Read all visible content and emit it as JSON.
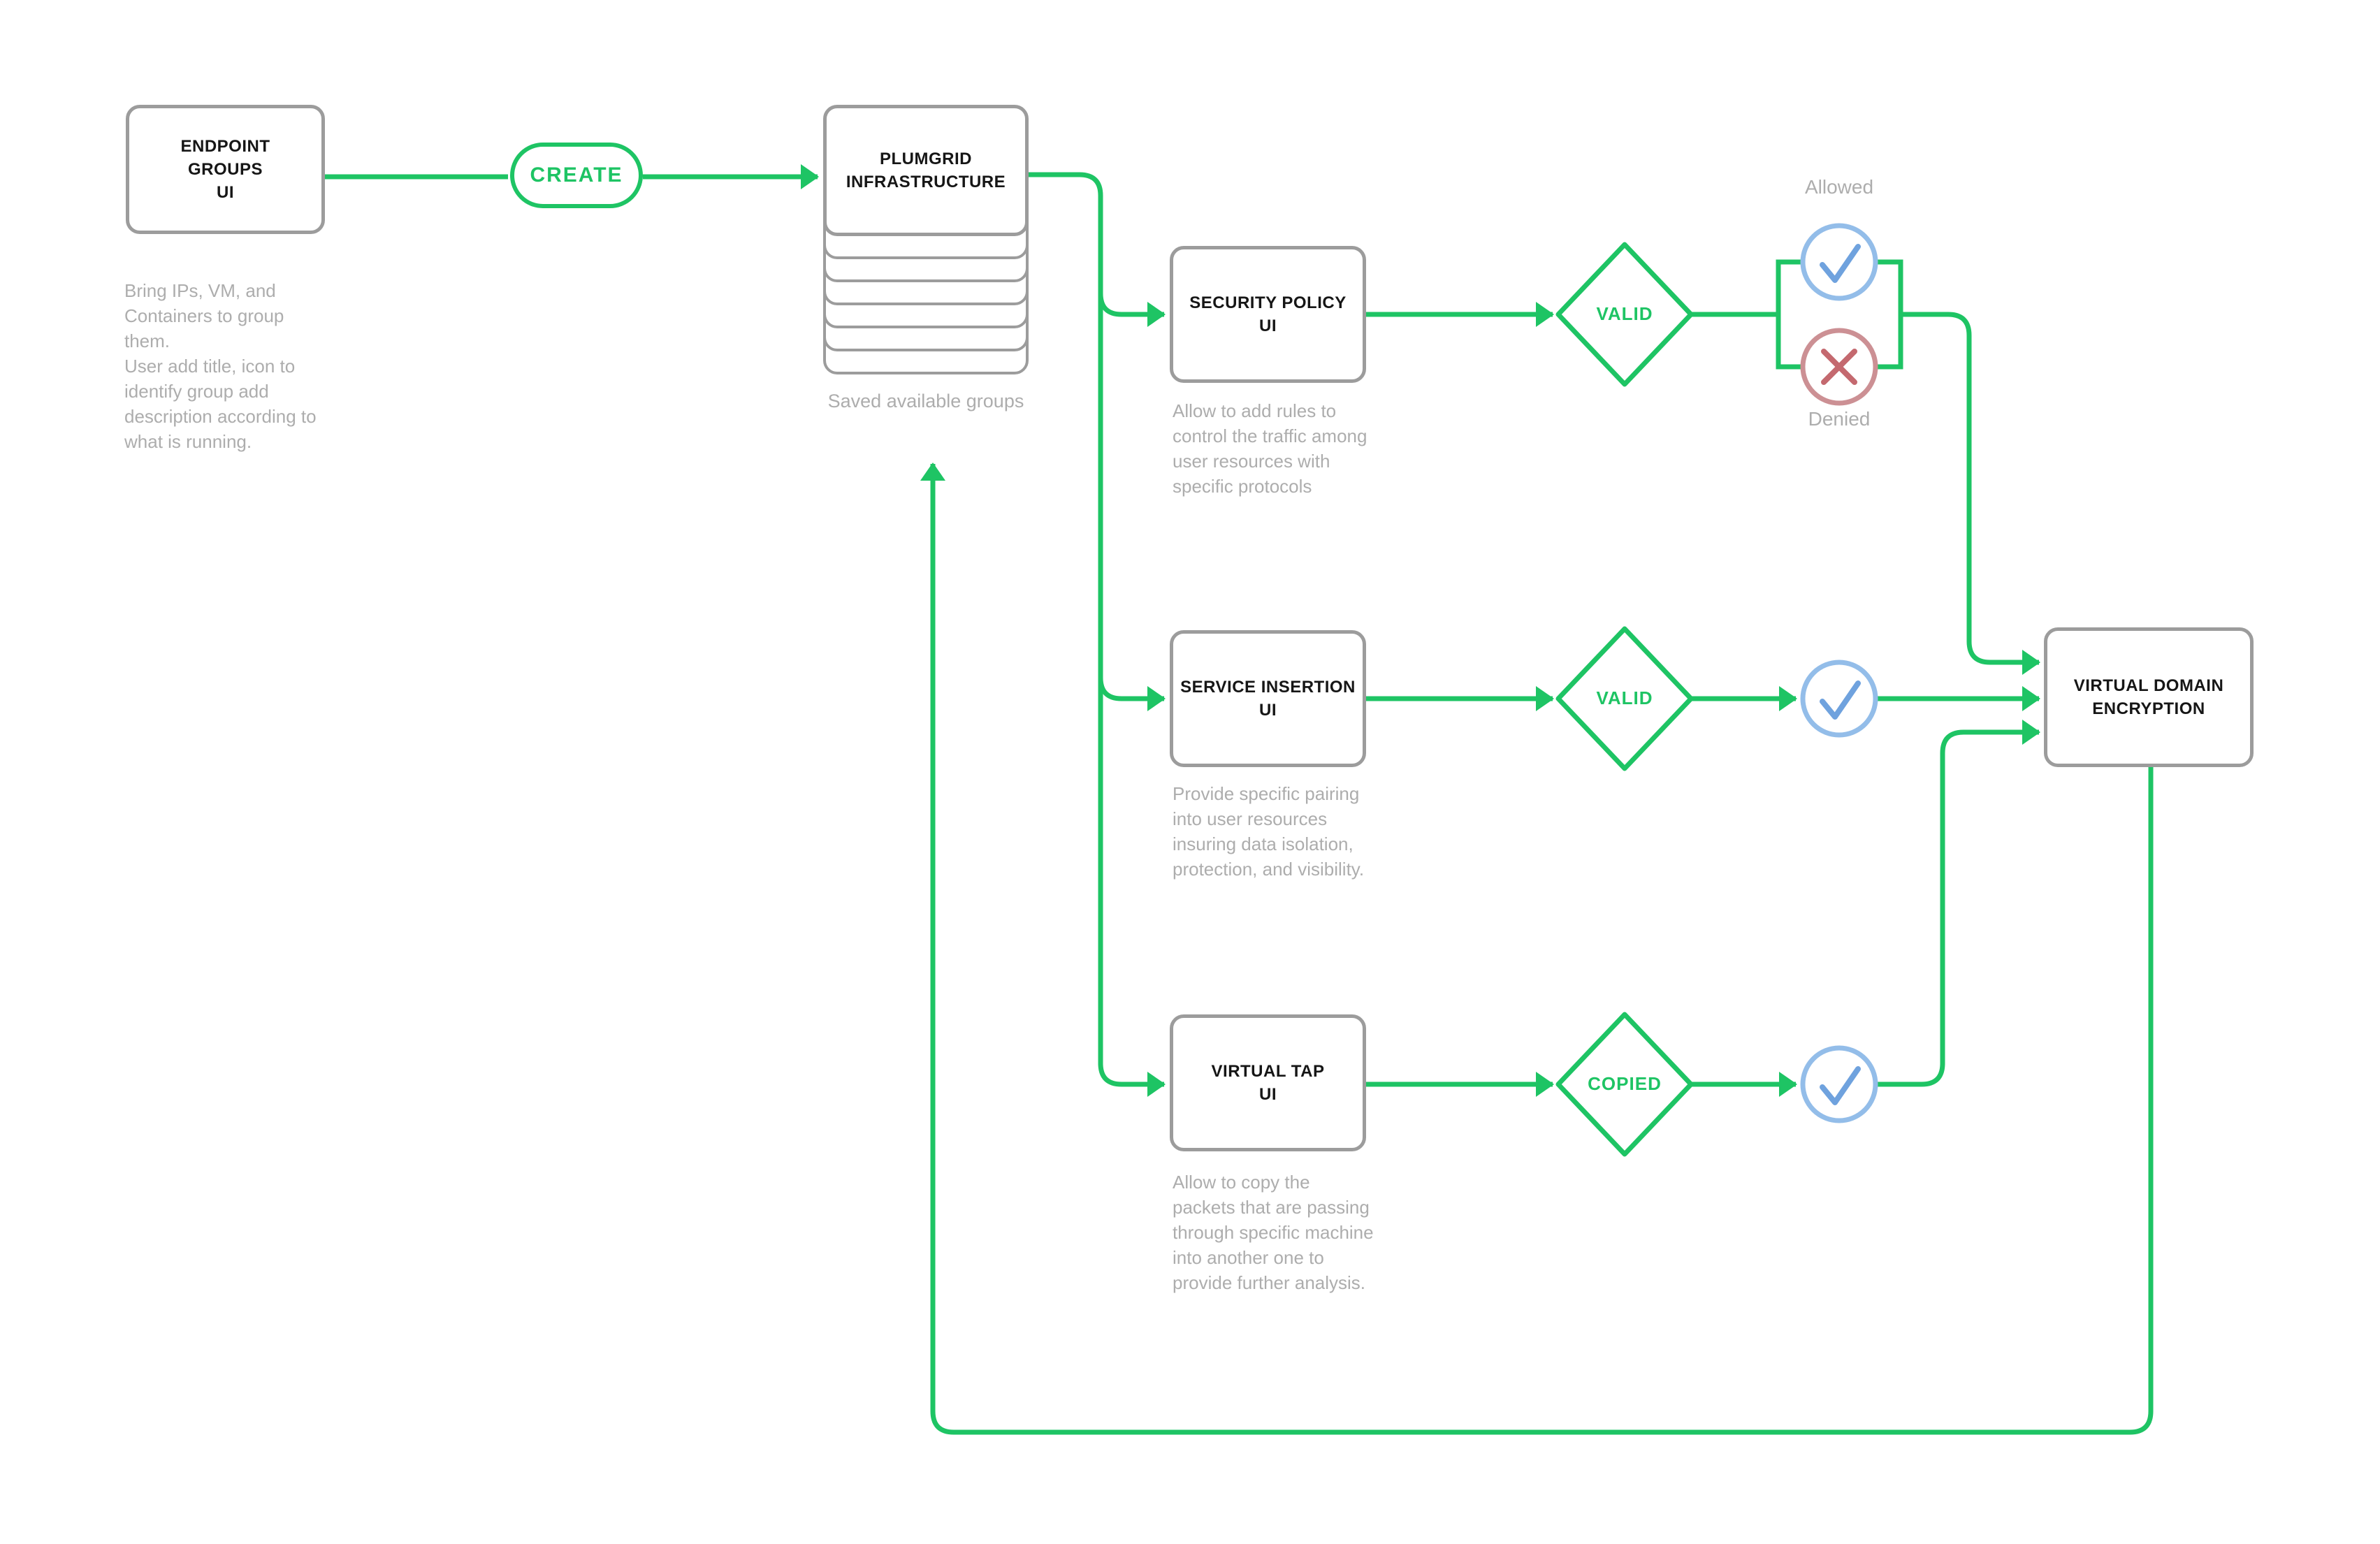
{
  "diagram": {
    "nodes": {
      "endpoint_groups": {
        "title": "ENDPOINT\nGROUPS\nUI",
        "description": "Bring IPs, VM, and\nContainers to group\nthem.\nUser add title, icon to\nidentify group add\ndescription according to\nwhat is running."
      },
      "plumgrid": {
        "title": "PLUMGRID\nINFRASTRUCTURE",
        "caption": "Saved available groups"
      },
      "security_policy": {
        "title": "SECURITY POLICY\nUI",
        "description": "Allow to add rules to\ncontrol the traffic among\nuser resources with\nspecific protocols"
      },
      "service_insertion": {
        "title": "SERVICE INSERTION\nUI",
        "description": "Provide specific pairing\ninto user resources\ninsuring data isolation,\nprotection, and visibility."
      },
      "virtual_tap": {
        "title": "VIRTUAL TAP\nUI",
        "description": "Allow to copy the\npackets that are passing\nthrough specific machine\ninto another one to\nprovide further analysis."
      },
      "virtual_domain_encryption": {
        "title": "VIRTUAL DOMAIN\nENCRYPTION"
      }
    },
    "actions": {
      "create": "CREATE"
    },
    "decisions": {
      "valid_1": "VALID",
      "valid_2": "VALID",
      "copied": "COPIED"
    },
    "outcomes": {
      "allowed": "Allowed",
      "denied": "Denied"
    },
    "icons": {
      "approve": "check-icon",
      "reject": "cross-icon"
    },
    "colors": {
      "flow_green": "#1EC464",
      "check_blue_ring": "#93BDE9",
      "check_blue_mark": "#6FA2DE",
      "deny_red_ring": "#CC9094",
      "deny_red_mark": "#C4696F",
      "box_border_gray": "#9C9C9C",
      "muted_text_gray": "#ADADAD"
    }
  }
}
